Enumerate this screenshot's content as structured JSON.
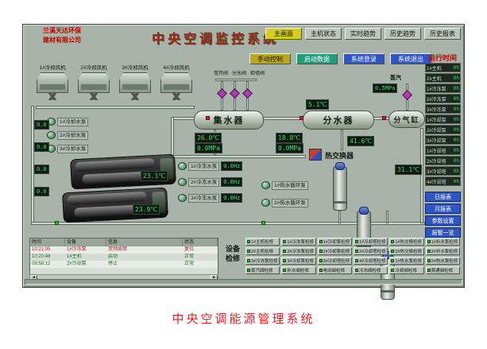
{
  "caption": "中央空调能源管理系统",
  "header": {
    "logo_line1": "兰溪天达环保",
    "logo_line2": "建材有限公司",
    "title": "中央空调监控系统",
    "nav": [
      {
        "label": "主画面"
      },
      {
        "label": "主机状态"
      },
      {
        "label": "实时趋势"
      },
      {
        "label": "历史趋势"
      },
      {
        "label": "历史报表"
      }
    ]
  },
  "toolbar": [
    {
      "label": "手动控制"
    },
    {
      "label": "启动数据"
    },
    {
      "label": "系统登录"
    },
    {
      "label": "系统退出"
    }
  ],
  "runtime": {
    "title": "运行时间",
    "rows": [
      {
        "label": "1#主机",
        "value": "0h"
      },
      {
        "label": "2#主机",
        "value": "0h"
      },
      {
        "label": "1#冷冻泵",
        "value": "0h"
      },
      {
        "label": "2#冷冻泵",
        "value": "0h"
      },
      {
        "label": "3#冷冻泵",
        "value": "0h"
      },
      {
        "label": "1#冷却泵",
        "value": "0h"
      },
      {
        "label": "2#冷却泵",
        "value": "0h"
      },
      {
        "label": "3#冷却泵",
        "value": "0h"
      },
      {
        "label": "1#冷却塔",
        "value": "0h"
      },
      {
        "label": "2#冷却塔",
        "value": "0h"
      },
      {
        "label": "3#冷却塔",
        "value": "0h"
      },
      {
        "label": "4#冷却塔",
        "value": "0h"
      }
    ],
    "buttons": [
      {
        "label": "日报表"
      },
      {
        "label": "月报表"
      },
      {
        "label": "参数设置"
      },
      {
        "label": "报警一览"
      }
    ]
  },
  "towers": [
    {
      "label": "1#冷却风机"
    },
    {
      "label": "2#冷却风机"
    },
    {
      "label": "3#冷却风机"
    },
    {
      "label": "4#冷却风机"
    }
  ],
  "cooling_pumps": [
    {
      "label": "1#冷却水泵"
    },
    {
      "label": "2#冷却水泵"
    },
    {
      "label": "3#冷却水泵"
    }
  ],
  "chilled_pumps": [
    {
      "label": "1#冷冻水泵",
      "value": "0.0Hz"
    },
    {
      "label": "2#冷冻水泵",
      "value": "0.0Hz"
    },
    {
      "label": "3#冷冻水泵",
      "value": "0.0Hz"
    }
  ],
  "hot_pumps": [
    {
      "label": "1#热水循环泵"
    },
    {
      "label": "2#热水循环泵"
    }
  ],
  "valve_labels": [
    {
      "label": "常开阀"
    },
    {
      "label": "分水阀"
    },
    {
      "label": "检修阀"
    }
  ],
  "vessels": {
    "collector": "集水器",
    "divider": "分水器",
    "cylinder": "分气缸",
    "exchanger": "热交换器",
    "steam": "蒸汽"
  },
  "readouts": {
    "collector_temp": "26.0℃",
    "collector_press": "0.0MPa",
    "return_temp": "18.8℃",
    "return_press": "0.0MPa",
    "supply_temp": "5.1℃",
    "hw_supply_temp": "41.6℃",
    "hw_return_temp": "31.1℃",
    "steam_press": "0.5MPa",
    "chiller1_temp": "23.1℃",
    "chiller2_temp": "23.9℃"
  },
  "readouts_left": [
    "0.0",
    "0.0",
    "0.0",
    "0.0"
  ],
  "maintenance": {
    "label_line1": "设备",
    "label_line2": "检修",
    "buttons": [
      "1#主机检修",
      "1#冷冻泵检修",
      "1#冷却泵检修",
      "1#冷却塔检修",
      "1#热交换检修",
      "1#补水泵检修",
      "2#主机检修",
      "2#冷冻泵检修",
      "2#冷却泵检修",
      "2#冷却塔检修",
      "2#热交换检修",
      "2#补水泵检修",
      "3#冷冻泵检修",
      "3#冷却泵检修",
      "3#冷却塔检修",
      "4#冷却塔检修",
      "1#热水泵检修",
      "2#热水泵检修",
      "蒸汽阀检修",
      "补水阀检修",
      "电动阀检修",
      "冷冻阀检修",
      "冷却阀检修",
      "旁通阀检修"
    ]
  },
  "event_table": {
    "headers": [
      "时间",
      "设备",
      "信息",
      "状态"
    ],
    "rows": [
      {
        "time": "10:21:05",
        "device": "1#冷冻泵",
        "info": "变频故障",
        "state": "复位"
      },
      {
        "time": "10:20:48",
        "device": "1#主机",
        "info": "启动",
        "state": "正常"
      },
      {
        "time": "09:58:12",
        "device": "2#冷却泵",
        "info": "停止",
        "state": "正常"
      },
      {
        "time": "",
        "device": "",
        "info": "",
        "state": ""
      }
    ],
    "scroll": {
      "left": "◄",
      "right": "►"
    }
  }
}
